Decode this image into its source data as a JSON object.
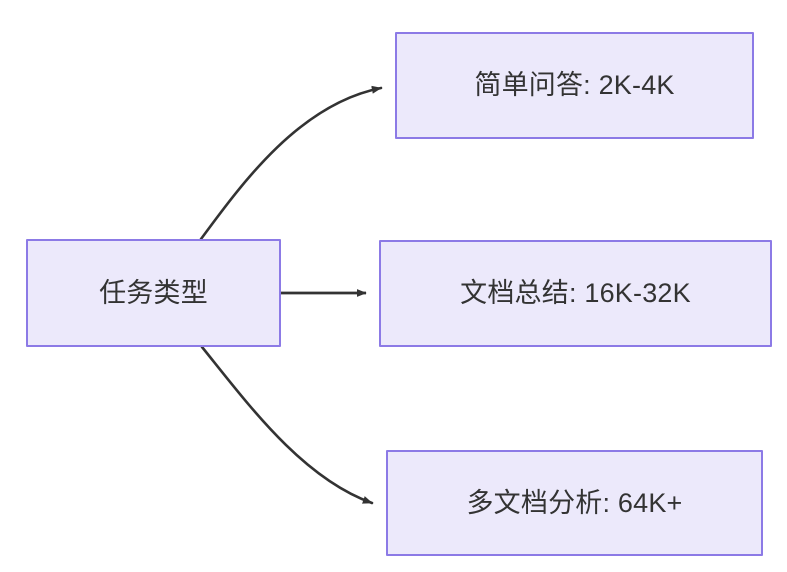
{
  "diagram": {
    "type": "flowchart",
    "direction": "left-to-right",
    "background_color": "#ffffff",
    "node_fill_color": "#ece9fb",
    "node_border_color": "#8c7ae6",
    "node_text_color": "#333333",
    "edge_color": "#333333",
    "root": {
      "id": "task-type",
      "label": "任务类型"
    },
    "branches": [
      {
        "id": "simple-qa",
        "label": "简单问答: 2K-4K",
        "task": "简单问答",
        "context_length": "2K-4K",
        "edge_style": "curved"
      },
      {
        "id": "doc-summary",
        "label": "文档总结: 16K-32K",
        "task": "文档总结",
        "context_length": "16K-32K",
        "edge_style": "straight"
      },
      {
        "id": "multidoc-analysis",
        "label": "多文档分析: 64K+",
        "task": "多文档分析",
        "context_length": "64K+",
        "edge_style": "curved"
      }
    ]
  }
}
